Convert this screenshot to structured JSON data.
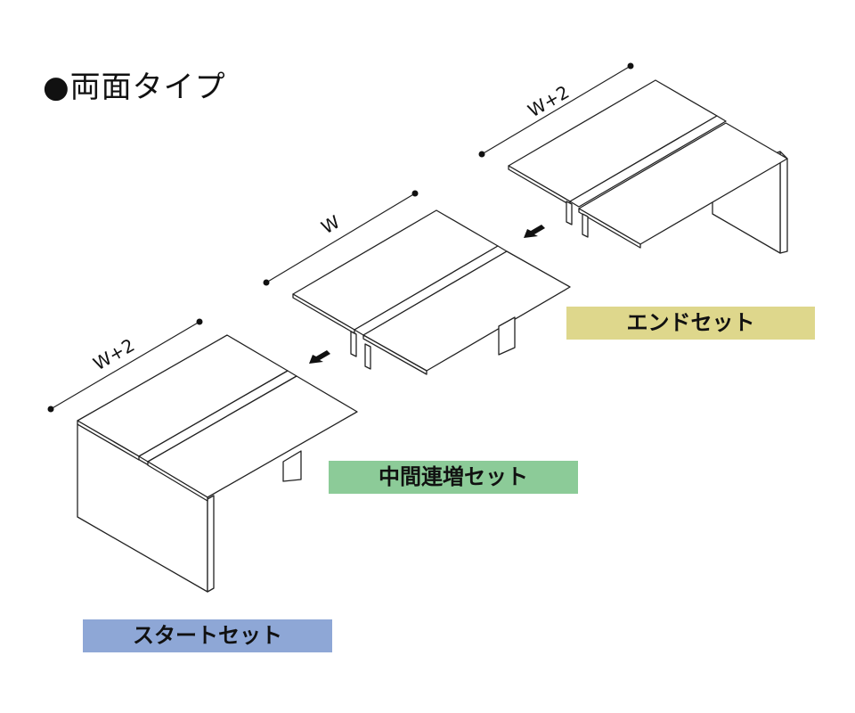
{
  "title": "●両面タイプ",
  "labels": {
    "end_set": "エンドセット",
    "middle_set": "中間連増セット",
    "start_set": "スタートセット"
  },
  "dimensions": {
    "end_width": "W+2",
    "middle_width": "W",
    "start_width": "W+2"
  },
  "colors": {
    "end_set_bg": "#ded78c",
    "middle_set_bg": "#8ccb98",
    "start_set_bg": "#8ea7d6",
    "line": "#222222",
    "panel_side": "#ffffff"
  },
  "icons": {
    "assembly_arrow": "arrow-down-left-icon"
  }
}
